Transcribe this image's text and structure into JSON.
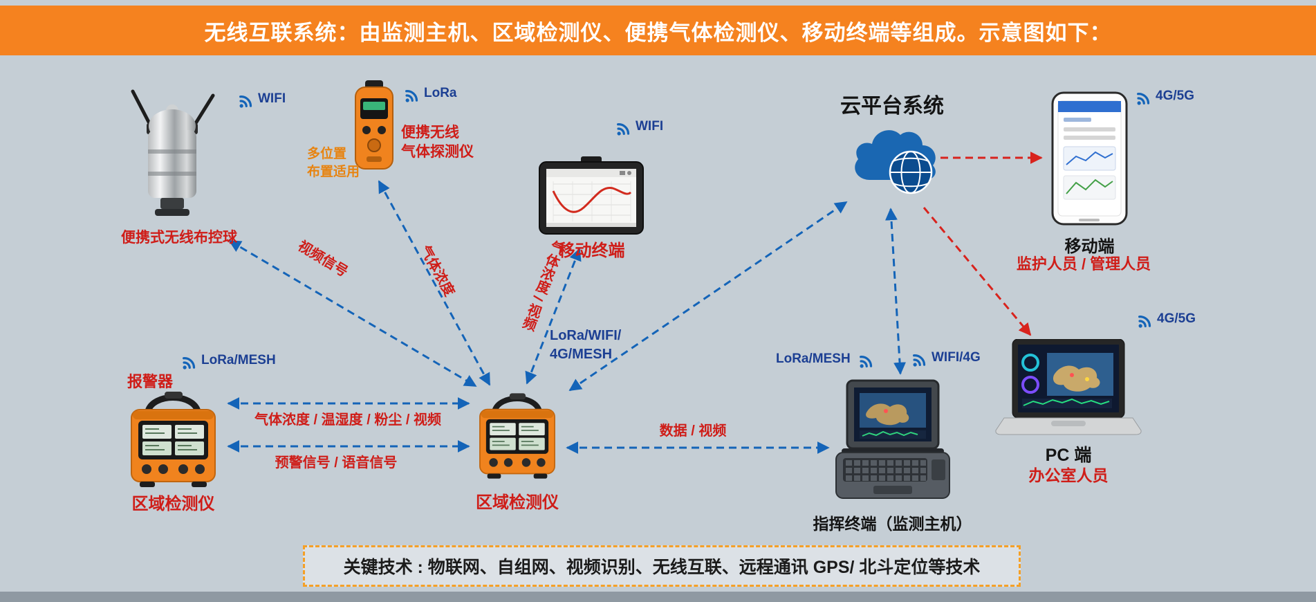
{
  "colors": {
    "accent_orange": "#f5821f",
    "arrow_blue": "#1464b8",
    "arrow_red": "#d8231d",
    "label_red": "#cf1d18",
    "signal_navy": "#1c3f93"
  },
  "header": {
    "title": "无线互联系统：由监测主机、区域检测仪、便携气体检测仪、移动终端等组成。示意图如下："
  },
  "devices": {
    "camera_ball": {
      "label": "便携式无线布控球",
      "signal": "WIFI"
    },
    "gas_detector": {
      "label_line1": "便携无线",
      "label_line2": "气体探测仪",
      "note_line1": "多位置",
      "note_line2": "布置适用",
      "signal": "LoRa"
    },
    "tablet": {
      "label": "移动终端",
      "signal": "WIFI"
    },
    "cloud": {
      "label": "云平台系统"
    },
    "phone": {
      "label": "移动端",
      "sublabel": "监护人员 / 管理人员",
      "signal": "4G/5G"
    },
    "pc": {
      "label": "PC 端",
      "sublabel": "办公室人员",
      "signal": "4G/5G"
    },
    "alarm_detector": {
      "tag": "报警器",
      "label": "区域检测仪",
      "signal": "LoRa/MESH"
    },
    "area_detector": {
      "label": "区域检测仪"
    },
    "command_terminal": {
      "label": "指挥终端（监测主机）",
      "signal_left": "LoRa/MESH",
      "signal_right": "WIFI/4G"
    }
  },
  "links": {
    "video_signal": "视频信号",
    "gas_concentration": "气体浓度",
    "gas_video": "气体浓度 / 视频",
    "mesh_line1": "LoRa/WIFI/",
    "mesh_line2": "4G/MESH",
    "sensor_data": "气体浓度 / 温湿度 / 粉尘 / 视频",
    "warning_signal": "预警信号 / 语音信号",
    "data_video": "数据 / 视频"
  },
  "footer": {
    "text": "关键技术 : 物联网、自组网、视频识别、无线互联、远程通讯 GPS/ 北斗定位等技术"
  }
}
